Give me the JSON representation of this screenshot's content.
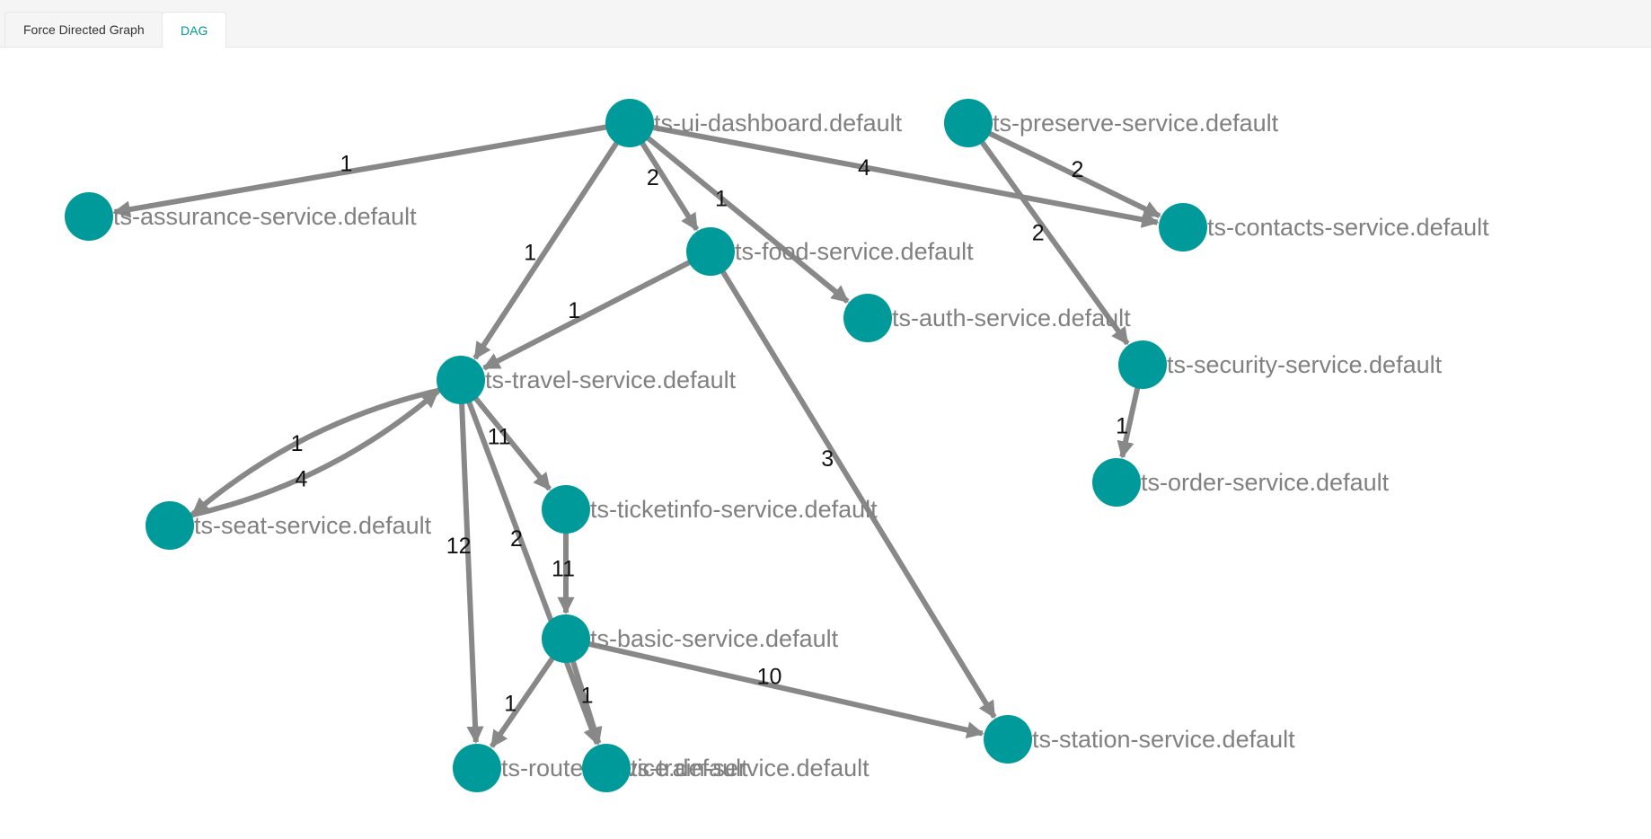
{
  "tabs": [
    {
      "label": "Force Directed Graph",
      "active": false
    },
    {
      "label": "DAG",
      "active": true
    }
  ],
  "colors": {
    "accent": "#009a9a",
    "node": "#009a9a",
    "edge": "#888888",
    "label": "#808080"
  },
  "graph": {
    "nodes": [
      {
        "id": "ui",
        "label": "ts-ui-dashboard.default"
      },
      {
        "id": "preserve",
        "label": "ts-preserve-service.default"
      },
      {
        "id": "assurance",
        "label": "ts-assurance-service.default"
      },
      {
        "id": "food",
        "label": "ts-food-service.default"
      },
      {
        "id": "contacts",
        "label": "ts-contacts-service.default"
      },
      {
        "id": "auth",
        "label": "ts-auth-service.default"
      },
      {
        "id": "security",
        "label": "ts-security-service.default"
      },
      {
        "id": "travel",
        "label": "ts-travel-service.default"
      },
      {
        "id": "order",
        "label": "ts-order-service.default"
      },
      {
        "id": "seat",
        "label": "ts-seat-service.default"
      },
      {
        "id": "ticketinfo",
        "label": "ts-ticketinfo-service.default"
      },
      {
        "id": "basic",
        "label": "ts-basic-service.default"
      },
      {
        "id": "station",
        "label": "ts-station-service.default"
      },
      {
        "id": "route",
        "label": "ts-route-service.default"
      },
      {
        "id": "train",
        "label": "ts-train-service.default"
      }
    ],
    "edges": [
      {
        "from": "ui",
        "to": "assurance",
        "label": "1"
      },
      {
        "from": "ui",
        "to": "travel",
        "label": "1"
      },
      {
        "from": "ui",
        "to": "food",
        "label": "2"
      },
      {
        "from": "ui",
        "to": "auth",
        "label": "1"
      },
      {
        "from": "ui",
        "to": "contacts",
        "label": "4"
      },
      {
        "from": "preserve",
        "to": "contacts",
        "label": "2"
      },
      {
        "from": "preserve",
        "to": "security",
        "label": "2"
      },
      {
        "from": "security",
        "to": "order",
        "label": "1"
      },
      {
        "from": "food",
        "to": "travel",
        "label": "1"
      },
      {
        "from": "food",
        "to": "station",
        "label": "3"
      },
      {
        "from": "seat",
        "to": "travel",
        "label": "4"
      },
      {
        "from": "travel",
        "to": "seat",
        "label": "1"
      },
      {
        "from": "travel",
        "to": "ticketinfo",
        "label": "11"
      },
      {
        "from": "travel",
        "to": "route",
        "label": "12"
      },
      {
        "from": "travel",
        "to": "train",
        "label": "2"
      },
      {
        "from": "ticketinfo",
        "to": "basic",
        "label": "11"
      },
      {
        "from": "basic",
        "to": "route",
        "label": "1"
      },
      {
        "from": "basic",
        "to": "train",
        "label": "1"
      },
      {
        "from": "basic",
        "to": "station",
        "label": "10"
      }
    ]
  }
}
